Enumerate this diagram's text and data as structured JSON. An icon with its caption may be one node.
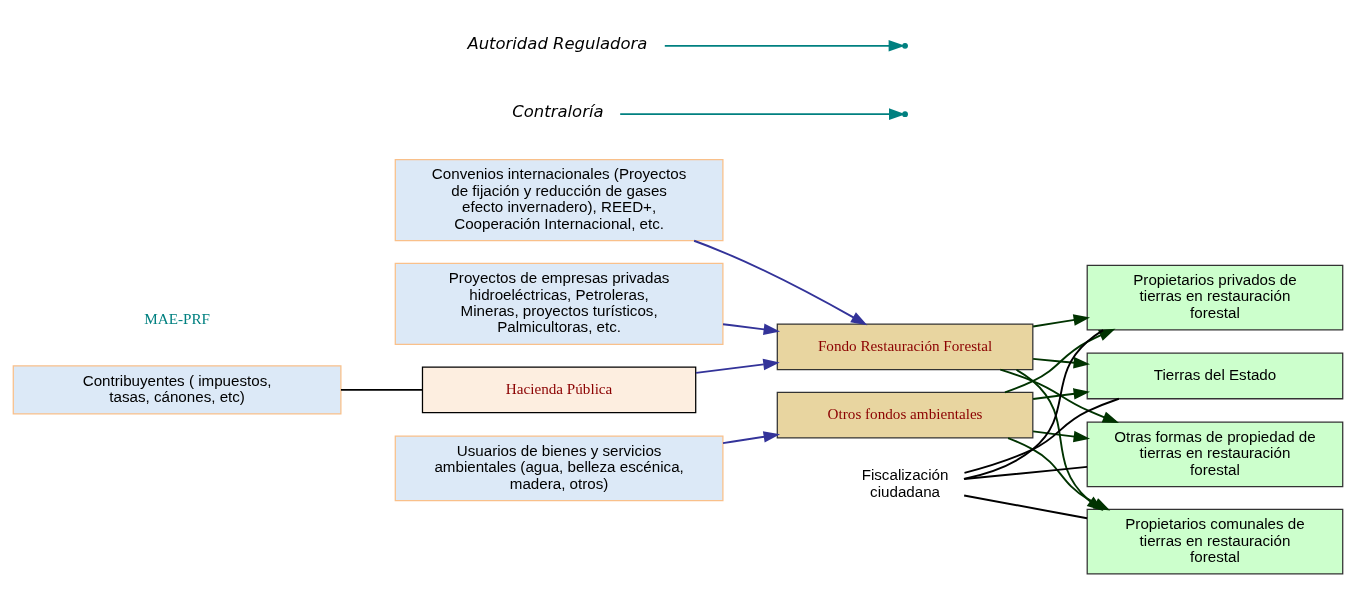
{
  "diagram": {
    "nodes": [
      {
        "text": [
          "Contribuyentes ( impuestos, tasas, cánones, etc)"
        ]
      },
      {
        "text": [
          "Convenios internacionales (Proyectos de fijación y reducción de gases efecto invernadero), REED+, Cooperación Internacional, etc."
        ]
      },
      {
        "text": [
          "Proyectos de empresas privadas hidroeléctricas, Petroleras, Mineras, proyectos turísticos, Palmicultoras, etc."
        ]
      },
      {
        "text": [
          "Usuarios de bienes y servicios ambientales (agua, belleza escénica, madera, otros)"
        ]
      },
      {
        "text": [
          "Hacienda Pública"
        ]
      },
      {
        "text": [
          "Fondo Restauración Forestal"
        ]
      },
      {
        "text": [
          "Otros fondos ambientales"
        ]
      },
      {
        "text": [
          "Otras formas de propiedad de tierras en restauración forestal"
        ]
      },
      {
        "text": [
          "Propietarios comunales de tierras en restauración forestal"
        ]
      },
      {
        "text": [
          "Propietarios privados de tierras en restauración forestal"
        ]
      },
      {
        "text": [
          "Tierras del Estado"
        ]
      },
      {
        "text": [
          "Contraloría"
        ]
      },
      {
        "text": [
          "Autoridad Reguladora"
        ]
      },
      {
        "text": [
          "Fiscalización ciudadana"
        ]
      }
    ],
    "edges": [
      {
        "from": 0,
        "to": 4,
        "arrow": "none",
        "color": "#000000"
      },
      {
        "from": 4,
        "to": 5,
        "arrow": "to",
        "color": "#333399"
      },
      {
        "from": 11,
        "to": null,
        "arrow": "to",
        "color": "#008080"
      },
      {
        "from": 1,
        "to": 5,
        "arrow": "to",
        "color": "#333399"
      },
      {
        "from": 2,
        "to": 5,
        "arrow": "to",
        "color": "#333399"
      },
      {
        "from": 3,
        "to": 6,
        "arrow": "to",
        "color": "#333399"
      },
      {
        "from": 12,
        "to": null,
        "arrow": "to",
        "color": "#008080"
      },
      {
        "from": 5,
        "to": 7,
        "arrow": "to",
        "color": "#003300"
      },
      {
        "from": 5,
        "to": 8,
        "arrow": "to",
        "color": "#003300"
      },
      {
        "from": 5,
        "to": 9,
        "arrow": "to",
        "color": "#003300"
      },
      {
        "from": 5,
        "to": 10,
        "arrow": "to",
        "color": "#003300"
      },
      {
        "from": 6,
        "to": 7,
        "arrow": "to",
        "color": "#003300"
      },
      {
        "from": 6,
        "to": 8,
        "arrow": "to",
        "color": "#003300"
      },
      {
        "from": 6,
        "to": 9,
        "arrow": "to",
        "color": "#003300"
      },
      {
        "from": 6,
        "to": 10,
        "arrow": "to",
        "color": "#003300"
      },
      {
        "from": 13,
        "to": 7,
        "arrow": "none",
        "color": "#000000"
      },
      {
        "from": 13,
        "to": 8,
        "arrow": "none",
        "color": "#000000"
      },
      {
        "from": 13,
        "to": 9,
        "arrow": "none",
        "color": "#000000"
      },
      {
        "from": 13,
        "to": 10,
        "arrow": "none",
        "color": "#000000"
      }
    ],
    "labels": [
      "MAE-PRF"
    ]
  }
}
